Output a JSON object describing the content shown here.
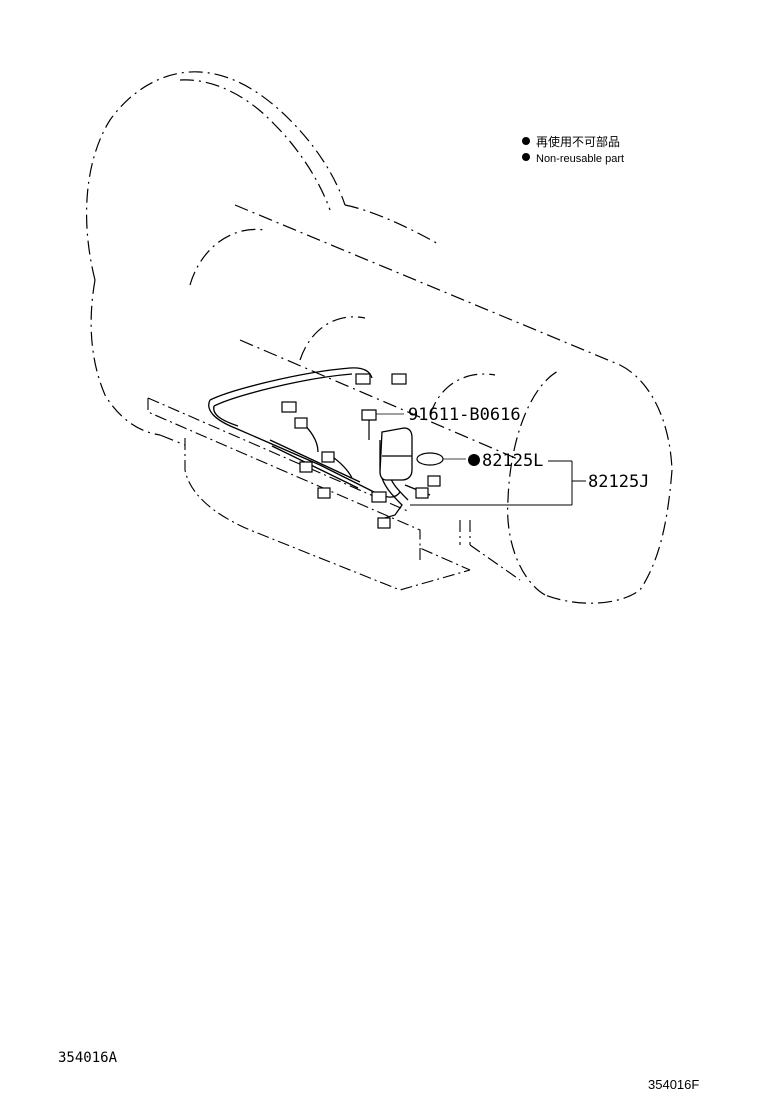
{
  "legend": {
    "items": [
      {
        "marker": "●",
        "text": "再使用不可部品"
      },
      {
        "marker": "●",
        "text": "Non-reusable part"
      }
    ]
  },
  "parts": [
    {
      "id": "bolt",
      "number": "91611-B0616",
      "non_reusable": false
    },
    {
      "id": "o-ring",
      "number": "82125L",
      "non_reusable": true
    },
    {
      "id": "harness",
      "number": "82125J",
      "non_reusable": false
    }
  ],
  "illustration_code": "354016A",
  "page_code": "354016F",
  "colors": {
    "ink": "#000000",
    "paper": "#ffffff"
  }
}
